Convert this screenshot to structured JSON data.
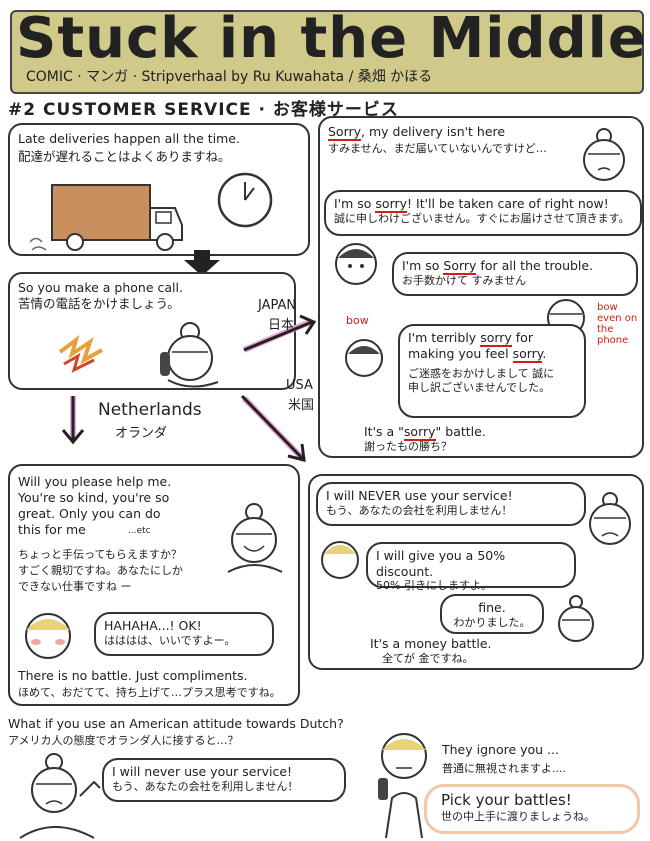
{
  "header": {
    "title": "Stuck in the Middle",
    "subtitle": "COMIC · マンガ · Stripverhaal   by Ru Kuwahata / 桑畑 かほる"
  },
  "heading": "#2 CUSTOMER SERVICE · お客様サービス",
  "panel1": {
    "line_en": "Late deliveries happen  all the time.",
    "line_jp": "配達が遅れることはよくありますね。"
  },
  "panel2": {
    "line_en": "So you make a phone call.",
    "line_jp": "苦情の電話をかけましょう。"
  },
  "arrows": {
    "japan_en": "JAPAN",
    "japan_jp": "日本",
    "usa_en": "USA",
    "usa_jp": "米国",
    "nl_en": "Netherlands",
    "nl_jp": "オランダ"
  },
  "japan_panel": {
    "b1_en_pre": "Sorry",
    "b1_en_post": ", my delivery isn't here",
    "b1_jp": "すみません、まだ届いていないんですけど…",
    "b2_en_pre": "I'm so ",
    "b2_en_sorry": "sorry",
    "b2_en_post": "! It'll be taken care of right now!",
    "b2_jp": "誠に申しわけございません。すぐにお届けさせて頂きます。",
    "b3_en_pre": "I'm so ",
    "b3_en_sorry": "Sorry",
    "b3_en_post": " for all the trouble.",
    "b3_jp": "お手数かけて すみません",
    "bow_left": "bow",
    "bow_right": "bow even on the phone",
    "b4_en1_pre": "I'm terribly ",
    "b4_en1_sorry": "sorry",
    "b4_en1_post": " for",
    "b4_en2_pre": "making you feel ",
    "b4_en2_sorry": "sorry",
    "b4_en2_post": ".",
    "b4_jp1": "ご迷惑をおかけしまして 誠に",
    "b4_jp2": "申し訳ございませんでした。",
    "caption_en_pre": "It's a \"",
    "caption_en_sorry": "sorry",
    "caption_en_post": "\" battle.",
    "caption_jp": "謝ったもの勝ち？"
  },
  "usa_panel": {
    "b1_en": "I will NEVER use your service!",
    "b1_jp": "もう、あなたの会社を利用しません！",
    "b2_en": "I will give you a 50% discount.",
    "b2_jp": "50% 引きにしますよ。",
    "b3_en": "fine.",
    "b3_jp": "わかりました。",
    "caption_en": "It's a money battle.",
    "caption_jp": "全てが 金ですね。"
  },
  "nl_panel": {
    "en1": "Will you please help me.",
    "en2": "You're so kind, you're so",
    "en3": "great. Only you can do",
    "en4": "this for me",
    "etc": "...etc",
    "jp1": "ちょっと手伝ってもらえますか？",
    "jp2": "すごく親切ですね。あなたにしか",
    "jp3": "できない仕事ですね ー",
    "reply_en": "HAHAHA...! OK!",
    "reply_jp": "はははは、いいですよー。",
    "caption_en": "There is no battle. Just compliments.",
    "caption_jp": "ほめて、おだてて、持ち上げて…プラス思考ですね。"
  },
  "bottom": {
    "question_en": "What if you use an American attitude towards Dutch?",
    "question_jp": "アメリカ人の態度でオランダ人に接すると…？",
    "bubble_en": "I will never use your service!",
    "bubble_jp": "もう、あなたの会社を利用しません！",
    "ignore_en": "They ignore you ...",
    "ignore_jp": "普通に無視されますよ....",
    "pick_en": "Pick your battles!",
    "pick_jp": "世の中上手に渡りましょうね。"
  },
  "colors": {
    "title_band": "#cfc98a",
    "accent_red": "#c21",
    "arrow_pink": "#e9a3d6",
    "pick_highlight": "#f4c6a8",
    "box_brown": "#c98f5e"
  }
}
